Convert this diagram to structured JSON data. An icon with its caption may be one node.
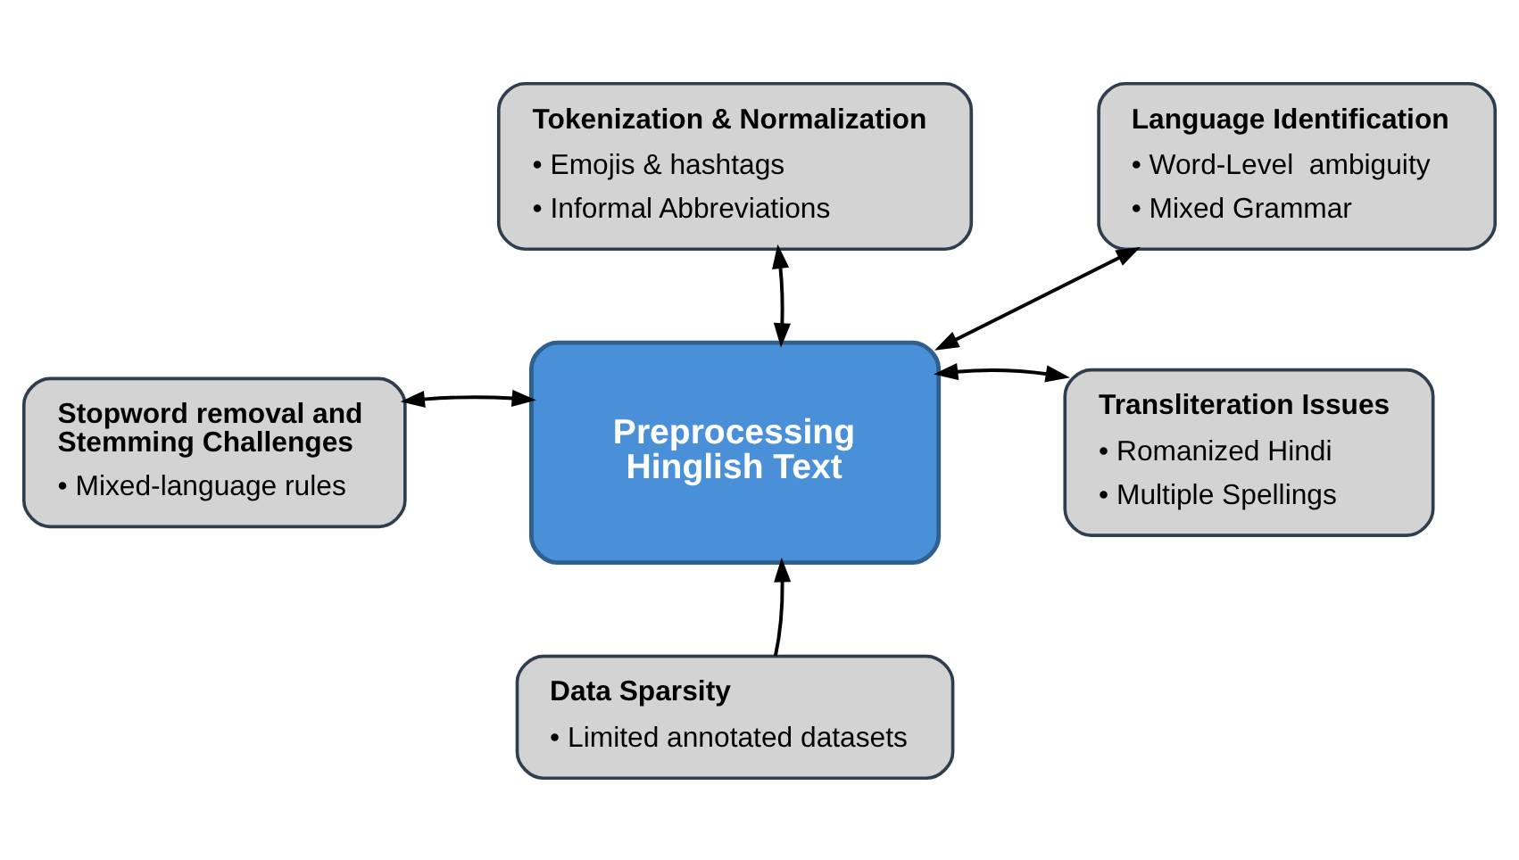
{
  "diagram": {
    "nodes": [
      {
        "text": [
          "Tokenization & Normalization",
          "• Emojis & hashtags",
          "• Informal Abbreviations"
        ]
      },
      {
        "text": [
          "Language Identification",
          "• Word-Level  ambiguity",
          "• Mixed Grammar"
        ]
      },
      {
        "text": [
          "Stopword removal and Stemming Challenges",
          "• Mixed-language rules"
        ]
      },
      {
        "text": [
          "Preprocessing Hinglish Text"
        ]
      },
      {
        "text": [
          "Transliteration Issues",
          "• Romanized Hindi",
          "• Multiple Spellings"
        ]
      },
      {
        "text": [
          "Data Sparsity",
          "• Limited annotated datasets"
        ]
      }
    ],
    "edges": [
      {
        "from": 3,
        "to": 0,
        "arrow": "both"
      },
      {
        "from": 3,
        "to": 1,
        "arrow": "both"
      },
      {
        "from": 3,
        "to": 2,
        "arrow": "both"
      },
      {
        "from": 3,
        "to": 4,
        "arrow": "both"
      },
      {
        "from": 5,
        "to": 3,
        "arrow": "to"
      }
    ]
  }
}
